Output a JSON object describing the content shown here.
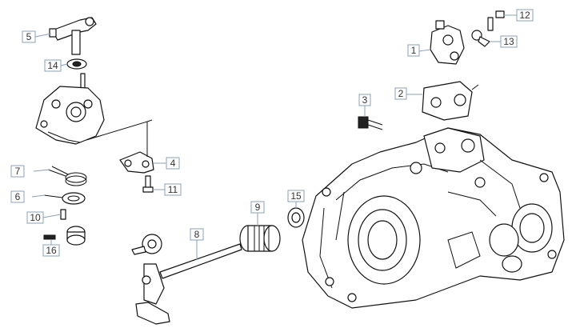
{
  "diagram": {
    "callouts": [
      {
        "id": "1",
        "label": "1"
      },
      {
        "id": "2",
        "label": "2"
      },
      {
        "id": "3",
        "label": "3"
      },
      {
        "id": "4",
        "label": "4"
      },
      {
        "id": "5",
        "label": "5"
      },
      {
        "id": "6",
        "label": "6"
      },
      {
        "id": "7",
        "label": "7"
      },
      {
        "id": "8",
        "label": "8"
      },
      {
        "id": "9",
        "label": "9"
      },
      {
        "id": "10",
        "label": "10"
      },
      {
        "id": "11",
        "label": "11"
      },
      {
        "id": "12",
        "label": "12"
      },
      {
        "id": "13",
        "label": "13"
      },
      {
        "id": "14",
        "label": "14"
      },
      {
        "id": "15",
        "label": "15"
      },
      {
        "id": "16",
        "label": "16"
      }
    ],
    "colors": {
      "line": "#111111",
      "callout_box": "#8aa0b8",
      "callout_text": "#333333"
    }
  }
}
